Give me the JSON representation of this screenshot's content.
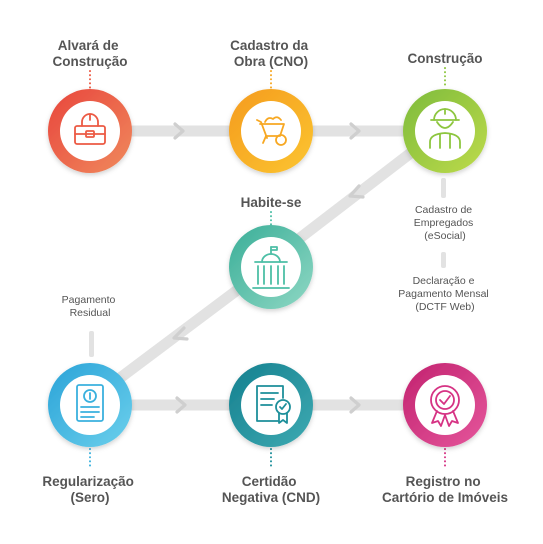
{
  "steps": {
    "alvara": {
      "lines": [
        "Alvará de",
        "Construção"
      ],
      "color": "#ec5a44",
      "icon": "toolbox-icon"
    },
    "cadastro": {
      "lines": [
        "Cadastro da",
        "Obra (CNO)"
      ],
      "color": "#f7a823",
      "icon": "wheelbarrow-icon"
    },
    "construcao": {
      "lines": [
        "Construção"
      ],
      "color": "#8dc63f",
      "icon": "worker-helmet-icon"
    },
    "habite": {
      "lines": [
        "Habite-se"
      ],
      "color": "#4dbfa6",
      "icon": "building-icon"
    },
    "regularizacao": {
      "lines": [
        "Regularização",
        "(Sero)"
      ],
      "color": "#3ab1de",
      "icon": "document-coin-icon"
    },
    "certidao": {
      "lines": [
        "Certidão",
        "Negativa (CND)"
      ],
      "color": "#1d8f9a",
      "icon": "certificate-icon"
    },
    "registro": {
      "lines": [
        "Registro no",
        "Cartório de Imóveis"
      ],
      "color": "#d63384",
      "icon": "rosette-badge-icon"
    }
  },
  "notes": {
    "empregados": [
      "Cadastro de",
      "Empregados",
      "(eSocial)"
    ],
    "declaracao": [
      "Declaração e",
      "Pagamento Mensal",
      "(DCTF Web)"
    ],
    "pagamento": [
      "Pagamento",
      "Residual"
    ]
  }
}
